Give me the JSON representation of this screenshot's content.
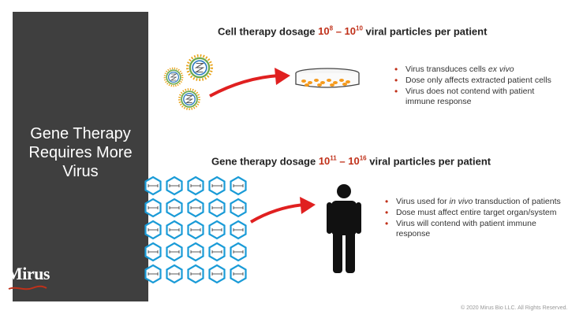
{
  "sidebar": {
    "title_lines": [
      "Gene Therapy",
      "Requires More",
      "Virus"
    ],
    "logo": "Mirus"
  },
  "cell_therapy": {
    "heading_pre": "Cell therapy dosage ",
    "dose_low_base": "10",
    "dose_low_exp": "8",
    "dose_sep": " – ",
    "dose_high_base": "10",
    "dose_high_exp": "10",
    "heading_post": " viral particles per patient",
    "bullets": {
      "b1_pre": "Virus transduces cells ",
      "b1_em": "ex vivo",
      "b2": "Dose only affects extracted patient cells",
      "b3": "Virus does not contend with patient immune response"
    }
  },
  "gene_therapy": {
    "heading_pre": "Gene therapy dosage ",
    "dose_low_base": "10",
    "dose_low_exp": "11",
    "dose_sep": " – ",
    "dose_high_base": "10",
    "dose_high_exp": "16",
    "heading_post": " viral particles per patient",
    "bullets": {
      "b1_pre": "Virus used for ",
      "b1_em": "in vivo",
      "b1_post": " transduction of patients",
      "b2": "Dose must affect entire target organ/system",
      "b3": "Virus will contend with patient immune response"
    }
  },
  "footer": {
    "copyright": "© 2020 Mirus Bio LLC. All Rights Reserved."
  },
  "colors": {
    "accent_red": "#c0311a",
    "sidebar_bg": "#3f3f3f",
    "hexagon_blue": "#1a9bd7"
  }
}
